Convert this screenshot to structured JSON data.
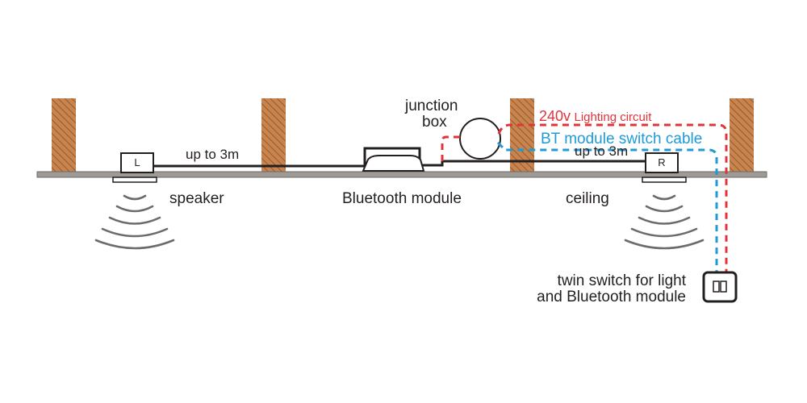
{
  "labels": {
    "speaker": "speaker",
    "bluetooth_module": "Bluetooth module",
    "ceiling": "ceiling",
    "junction_box_line1": "junction",
    "junction_box_line2": "box",
    "cable_length_left": "up to 3m",
    "cable_length_right": "up to 3m",
    "lighting_voltage": "240v",
    "lighting_circuit": "Lighting circuit",
    "bt_switch_cable": "BT module switch cable",
    "twin_switch_line1": "twin switch for light",
    "twin_switch_line2": "and Bluetooth module",
    "speaker_left_letter": "L",
    "speaker_right_letter": "R"
  },
  "colors": {
    "joist_fill": "#c8844e",
    "joist_hatch": "#8a4f24",
    "ceiling_fill": "#9e9a96",
    "line": "#231f20",
    "lighting_circuit": "#e0343a",
    "bt_cable": "#1f9ad6",
    "sound_waves": "#6d6b6a"
  }
}
